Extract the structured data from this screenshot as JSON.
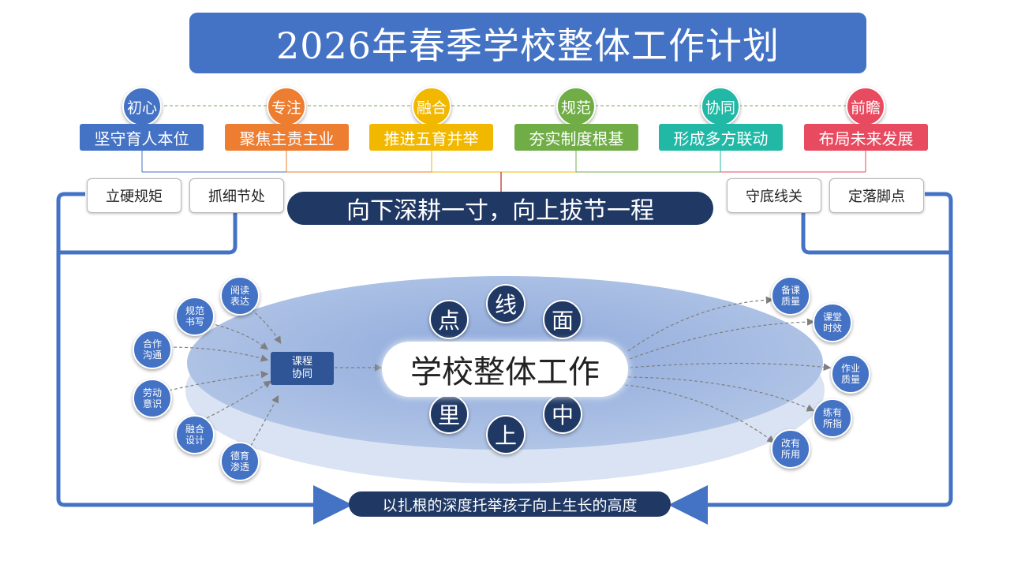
{
  "title": "2026年春季学校整体工作计划",
  "pillars": [
    {
      "circle": "初心",
      "label": "坚守育人本位",
      "color": "#4472c4"
    },
    {
      "circle": "专注",
      "label": "聚焦主责主业",
      "color": "#ed7d31"
    },
    {
      "circle": "融合",
      "label": "推进五育并举",
      "color": "#f2b800"
    },
    {
      "circle": "规范",
      "label": "夯实制度根基",
      "color": "#70ad47"
    },
    {
      "circle": "协同",
      "label": "形成多方联动",
      "color": "#21b8a6"
    },
    {
      "circle": "前瞻",
      "label": "布局未来发展",
      "color": "#e84a5f"
    }
  ],
  "left_boxes": [
    "立硬规矩",
    "抓细节处"
  ],
  "right_boxes": [
    "守底线关",
    "定落脚点"
  ],
  "motto": "向下深耕一寸，向上拔节一程",
  "center": "学校整体工作",
  "course": "课程\n协同",
  "big_chars": [
    "点",
    "线",
    "面",
    "里",
    "上",
    "中"
  ],
  "left_nodes": [
    "阅读\n表达",
    "规范\n书写",
    "合作\n沟通",
    "劳动\n意识",
    "融合\n设计",
    "德育\n渗透"
  ],
  "right_nodes": [
    "备课\n质量",
    "课堂\n时效",
    "作业\n质量",
    "练有\n所指",
    "改有\n所用"
  ],
  "bottom_banner": "以扎根的深度托举孩子向上生长的高度",
  "colors": {
    "primary": "#4472c4",
    "navy": "#1f3864",
    "connector": "#4472c4"
  }
}
